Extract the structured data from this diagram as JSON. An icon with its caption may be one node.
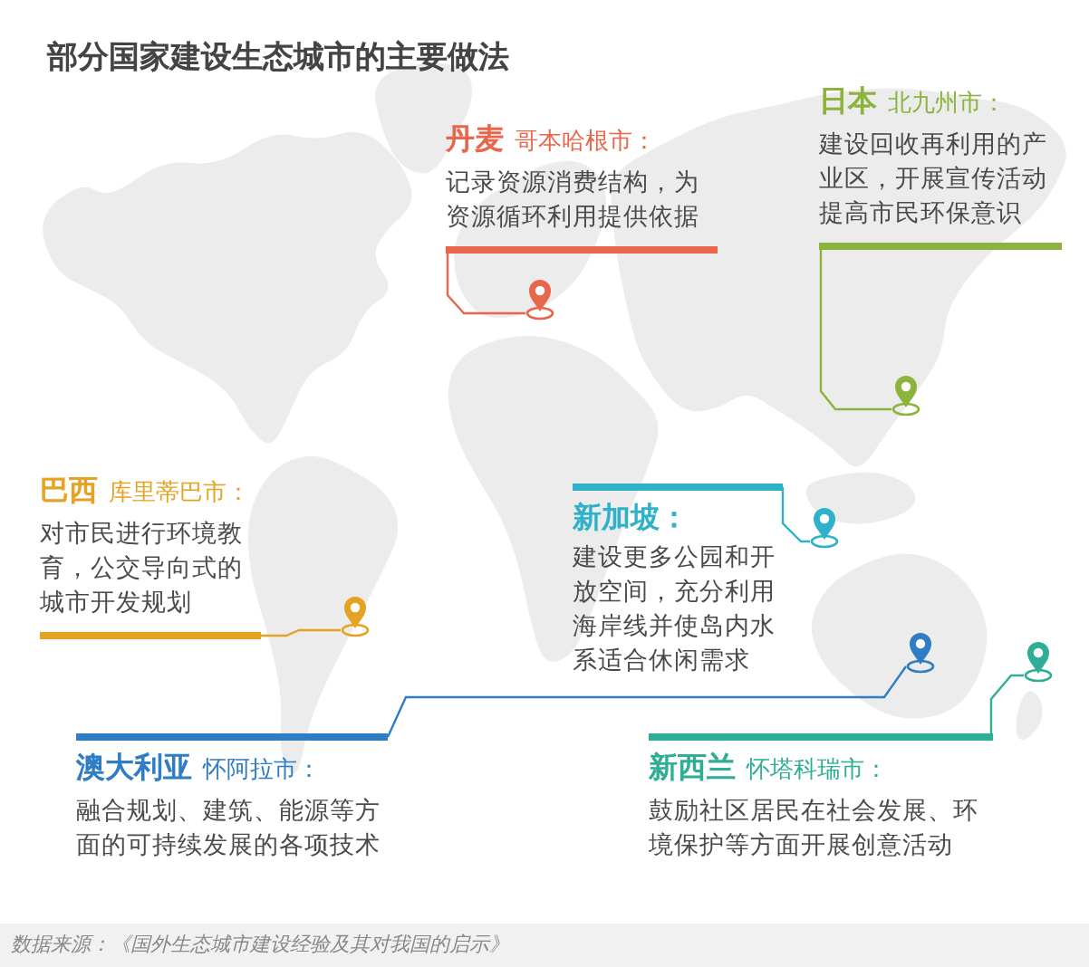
{
  "diagram": {
    "title": "部分国家建设生态城市的主要做法",
    "nodes": [
      {
        "text": [
          "丹麦",
          "哥本哈根市：",
          "记录资源消费结构，为资源循环利用提供依据"
        ]
      },
      {
        "text": [
          "日本",
          "北九州市：",
          "建设回收再利用的产业区，开展宣传活动提高市民环保意识"
        ]
      },
      {
        "text": [
          "巴西",
          "库里蒂巴市：",
          "对市民进行环境教育，公交导向式的城市开发规划"
        ]
      },
      {
        "text": [
          "新加坡：",
          "建设更多公园和开放空间，充分利用海岸线并使岛内水系适合休闲需求"
        ]
      },
      {
        "text": [
          "澳大利亚",
          "怀阿拉市：",
          "融合规划、建筑、能源等方面的可持续发展的各项技术"
        ]
      },
      {
        "text": [
          "新西兰",
          "怀塔科瑞市：",
          "鼓励社区居民在社会发展、环境保护等方面开展创意活动"
        ]
      },
      {
        "text": [],
        "shape": "pin"
      },
      {
        "text": [],
        "shape": "pin"
      },
      {
        "text": [],
        "shape": "pin"
      },
      {
        "text": [],
        "shape": "pin"
      },
      {
        "text": [],
        "shape": "pin"
      },
      {
        "text": [],
        "shape": "pin"
      }
    ],
    "edges": [
      {
        "from": 0,
        "to": 7,
        "arrow": "none",
        "color": "#e8664b"
      },
      {
        "from": 1,
        "to": 10,
        "arrow": "none",
        "color": "#8cb33b"
      },
      {
        "from": 2,
        "to": 6,
        "arrow": "none",
        "color": "#e6a323"
      },
      {
        "from": 3,
        "to": 8,
        "arrow": "none",
        "color": "#2fb2c9"
      },
      {
        "from": 4,
        "to": 9,
        "arrow": "none",
        "color": "#2f7dc4"
      },
      {
        "from": 5,
        "to": 11,
        "arrow": "none",
        "color": "#2fae96"
      }
    ],
    "labels": [
      "数据来源：《国外生态城市建设经验及其对我国的启示》"
    ]
  }
}
